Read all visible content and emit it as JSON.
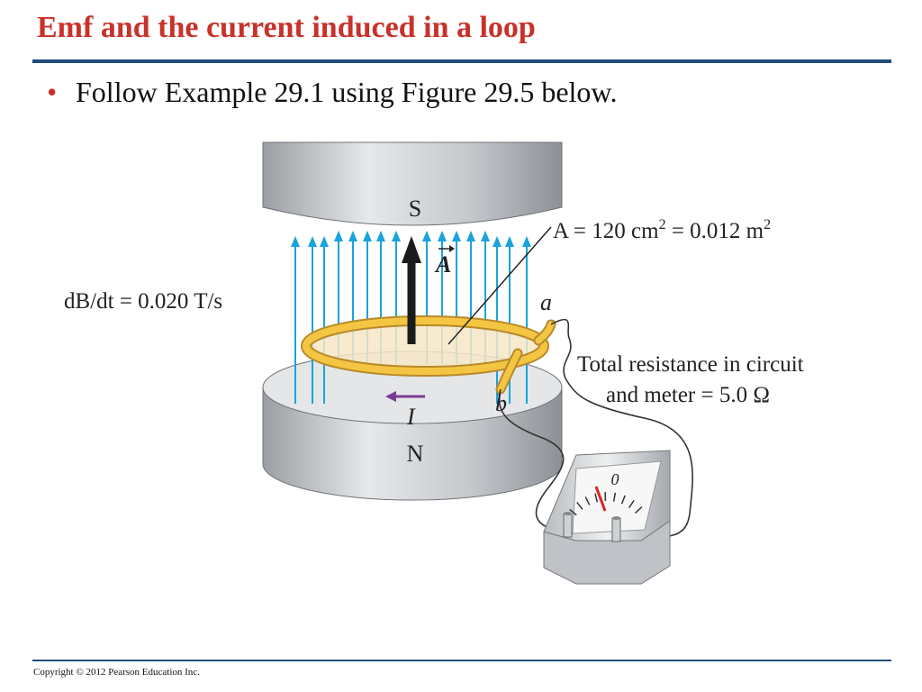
{
  "slide": {
    "title": "Emf and the current induced in a loop",
    "bullet": "Follow Example 29.1 using Figure 29.5 below.",
    "copyright": "Copyright © 2012 Pearson Education Inc."
  },
  "figure": {
    "pole_top": "S",
    "pole_bottom": "N",
    "vector_a": "A",
    "area_label_prefix": "A = 120 cm",
    "area_label_mid": " = 0.012 m",
    "area_exponent": "2",
    "rate_label": "dB/dt = 0.020 T/s",
    "terminal_a": "a",
    "terminal_b": "b",
    "current_label": "I",
    "resistance_line1": "Total resistance in circuit",
    "resistance_line2": "and meter = 5.0 Ω",
    "meter_zero": "0",
    "colors": {
      "field_lines": "#1aa3dc",
      "loop": "#f4c542",
      "current_arrow": "#7a3a96",
      "title": "#c8322a",
      "rule": "#1f4e79"
    }
  }
}
